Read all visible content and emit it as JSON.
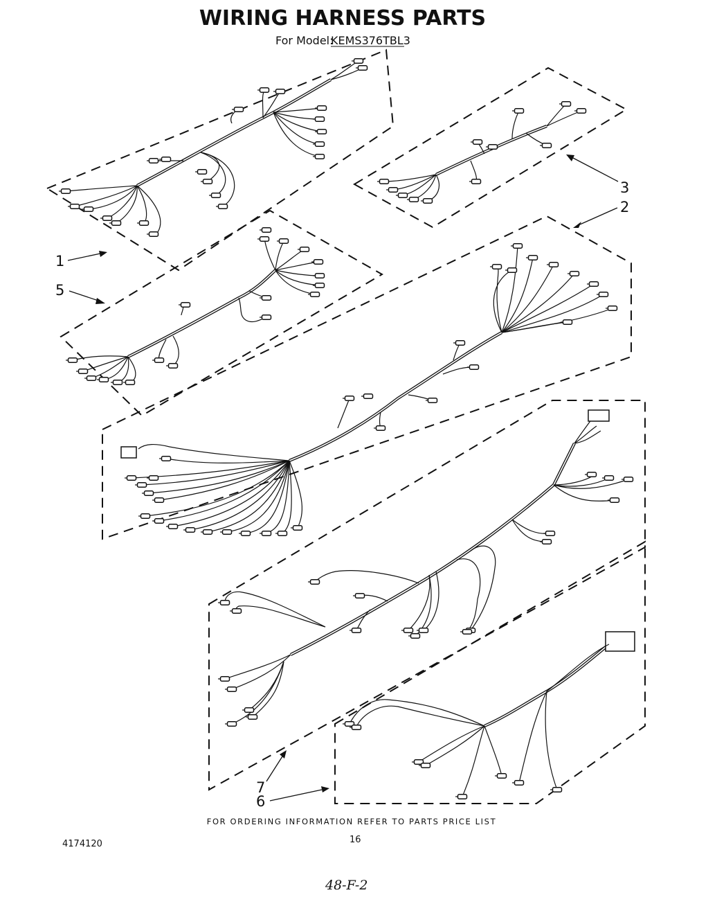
{
  "header": {
    "title": "WIRING HARNESS PARTS",
    "model_label": "For Model:",
    "model_number": "KEMS376TBL3"
  },
  "callouts": [
    "1",
    "2",
    "3",
    "5",
    "6",
    "7"
  ],
  "footer": {
    "ordering_note": "FOR ORDERING INFORMATION REFER TO PARTS PRICE LIST",
    "document_number": "4174120",
    "page_number": "16",
    "handwritten_note": "48-F-2"
  }
}
